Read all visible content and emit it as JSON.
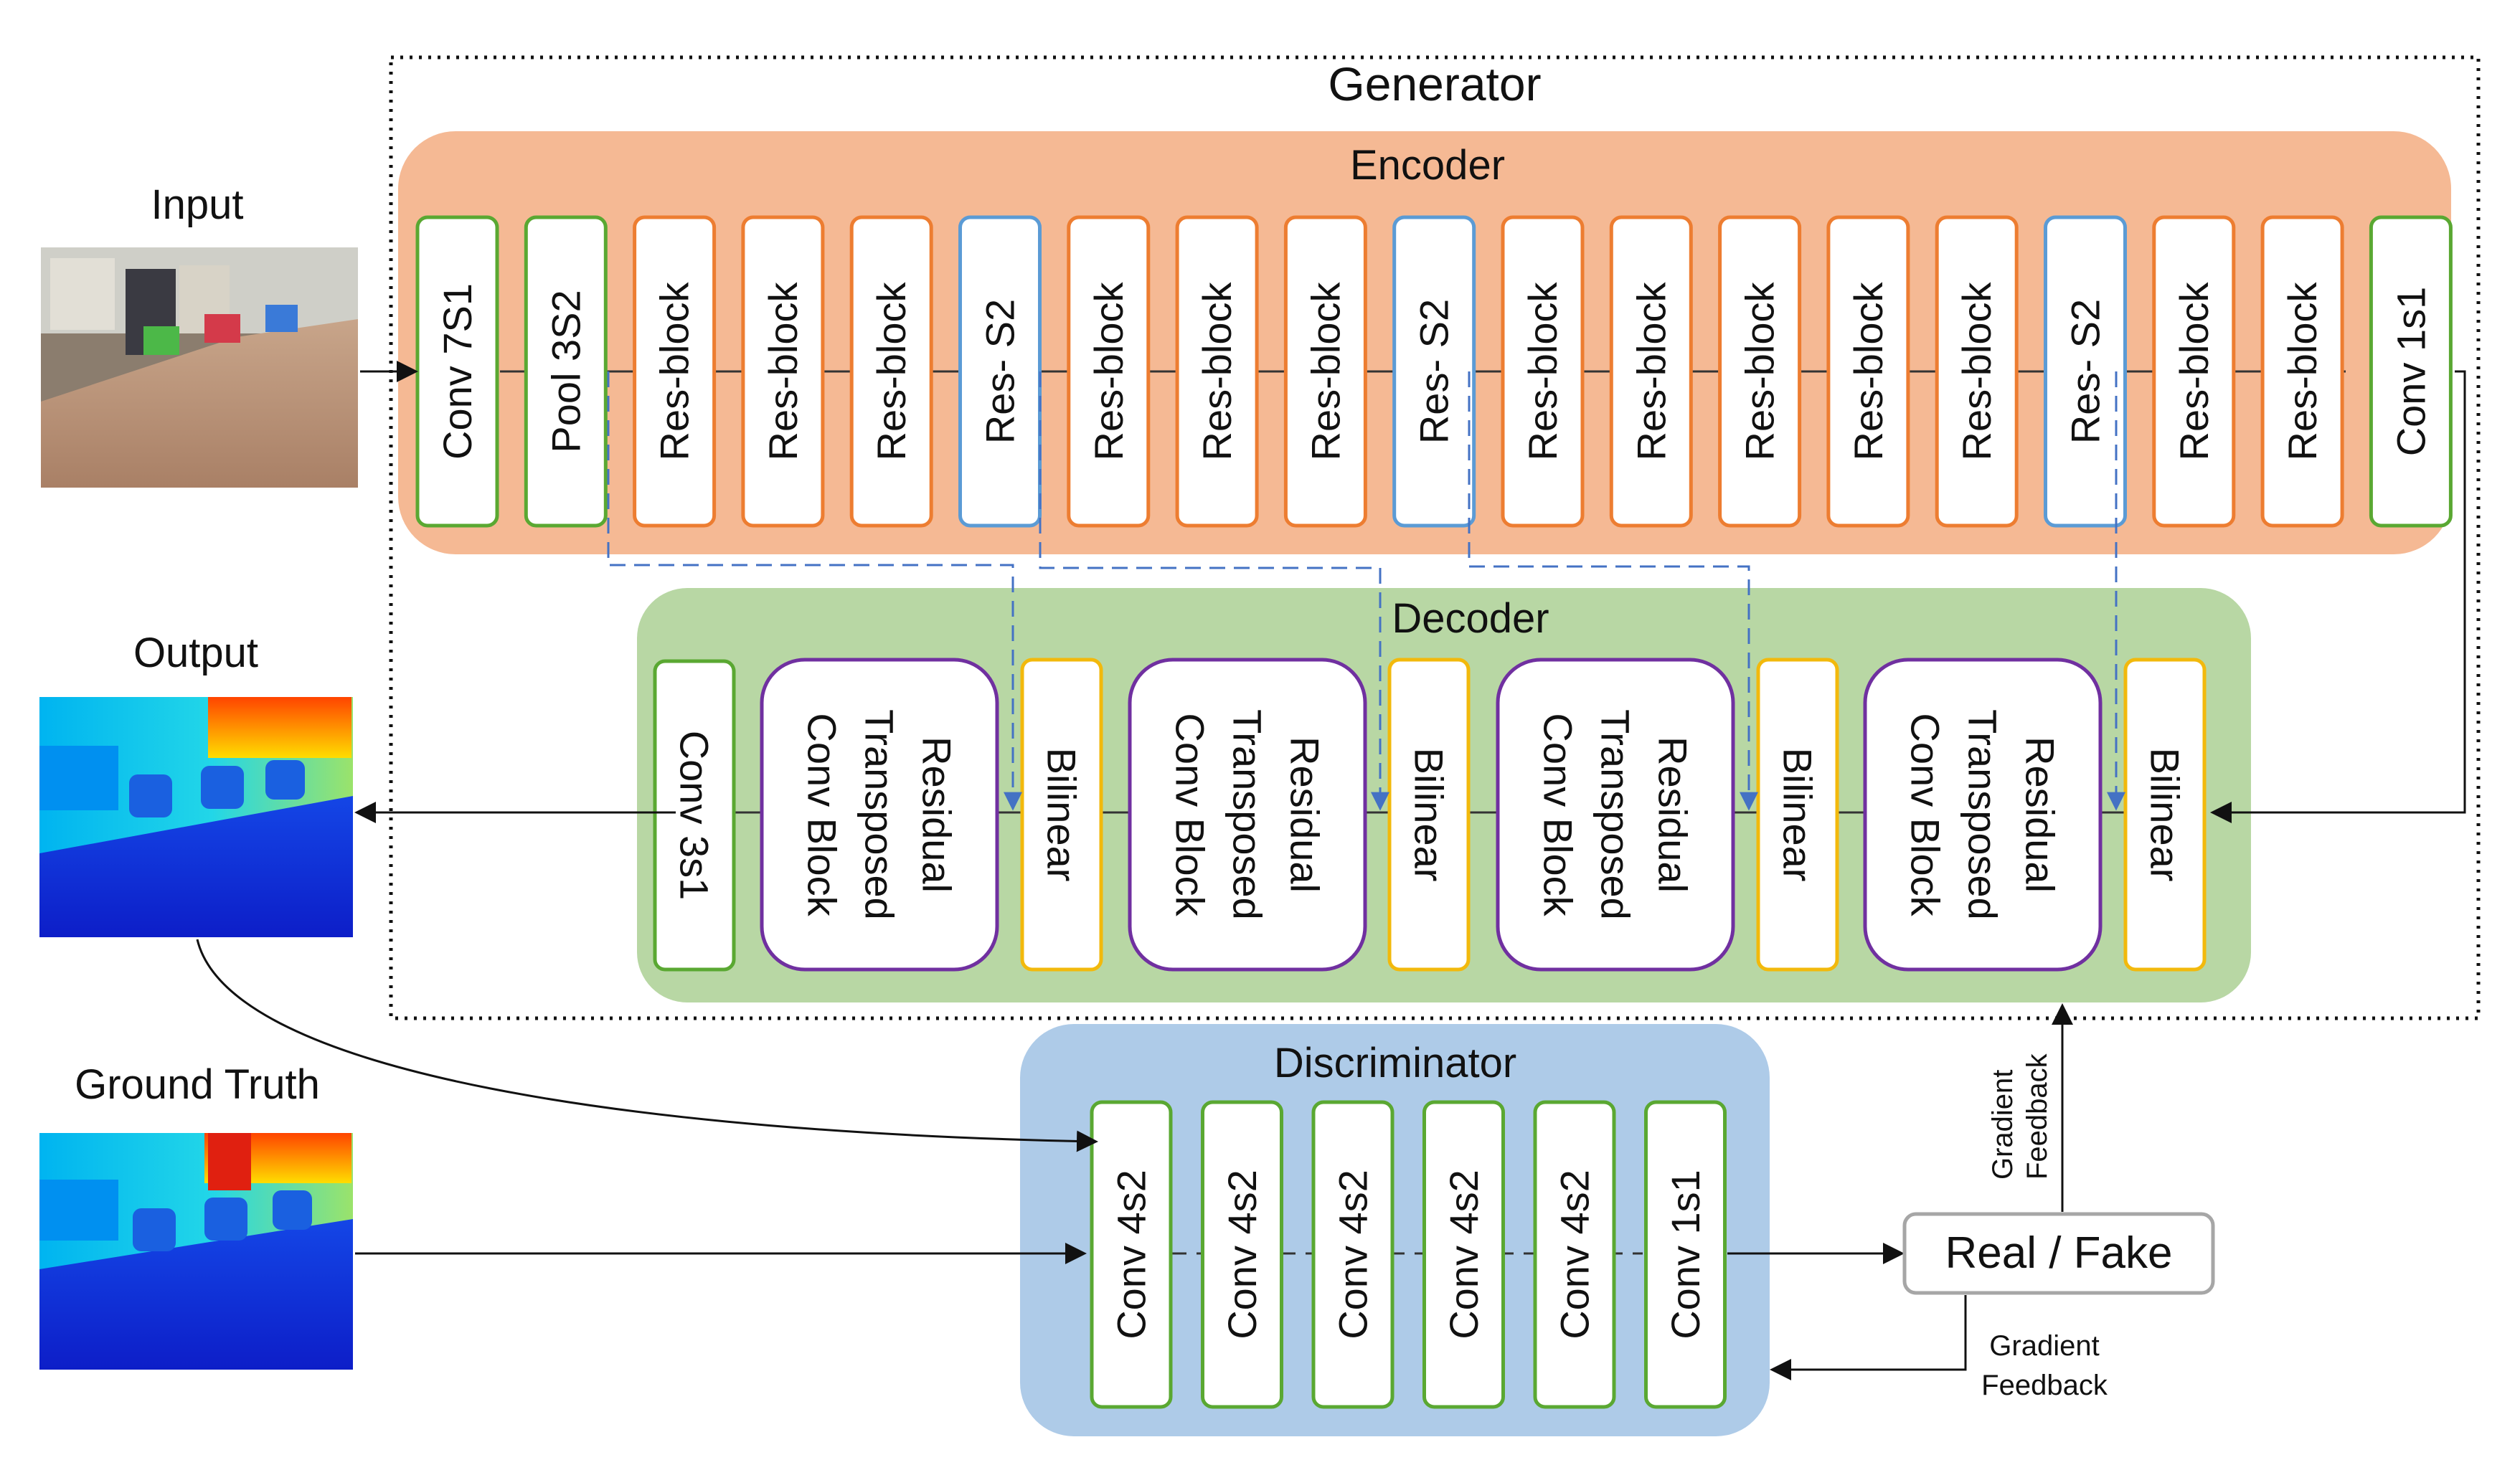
{
  "generator": {
    "title": "Generator",
    "encoder": {
      "title": "Encoder",
      "blocks": [
        {
          "label": "Conv 7S1",
          "kind": "conv"
        },
        {
          "label": "Pool 3S2",
          "kind": "conv"
        },
        {
          "label": "Res-block",
          "kind": "res"
        },
        {
          "label": "Res-block",
          "kind": "res"
        },
        {
          "label": "Res-block",
          "kind": "res"
        },
        {
          "label": "Res- S2",
          "kind": "stride"
        },
        {
          "label": "Res-block",
          "kind": "res"
        },
        {
          "label": "Res-block",
          "kind": "res"
        },
        {
          "label": "Res-block",
          "kind": "res"
        },
        {
          "label": "Res- S2",
          "kind": "stride"
        },
        {
          "label": "Res-block",
          "kind": "res"
        },
        {
          "label": "Res-block",
          "kind": "res"
        },
        {
          "label": "Res-block",
          "kind": "res"
        },
        {
          "label": "Res-block",
          "kind": "res"
        },
        {
          "label": "Res-block",
          "kind": "res"
        },
        {
          "label": "Res- S2",
          "kind": "stride"
        },
        {
          "label": "Res-block",
          "kind": "res"
        },
        {
          "label": "Res-block",
          "kind": "res"
        },
        {
          "label": "Conv 1s1",
          "kind": "conv"
        }
      ]
    },
    "decoder": {
      "title": "Decoder",
      "conv_label": "Conv 3s1",
      "residual_block_lines": [
        "Residual",
        "Transposed",
        "Conv Block"
      ],
      "bilinear_label": "Bilinear"
    }
  },
  "discriminator": {
    "title": "Discriminator",
    "blocks": [
      "Conv 4s2",
      "Conv 4s2",
      "Conv 4s2",
      "Conv 4s2",
      "Conv 4s2",
      "Conv 1s1"
    ]
  },
  "real_fake": "Real / Fake",
  "gradient_feedback_lines": [
    "Gradient",
    "Feedback"
  ],
  "images": {
    "input": "Input",
    "output": "Output",
    "ground_truth": "Ground Truth"
  },
  "colors": {
    "encoder_bg": "#f5b994",
    "decoder_bg": "#b8d7a4",
    "discriminator_bg": "#aecbe8",
    "conv_border": "#5aa832",
    "res_border": "#ed7d31",
    "stride_border": "#5b9bd5",
    "residual_tc_border": "#7030a0",
    "bilinear_border": "#f2b90c",
    "dashed": "#4472c4"
  }
}
